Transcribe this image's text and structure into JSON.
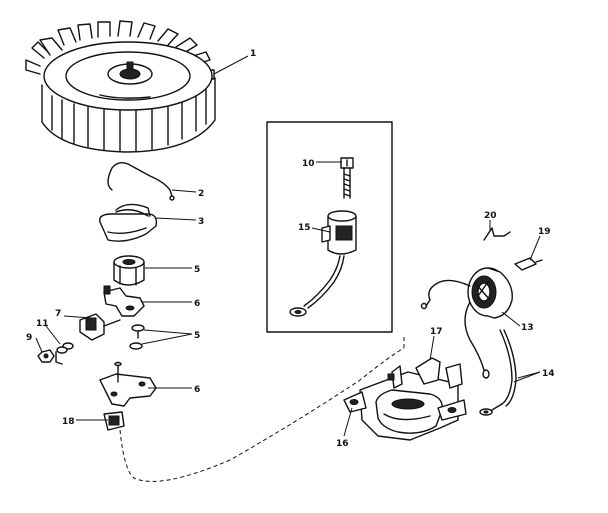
{
  "diagram": {
    "callouts": [
      {
        "id": "c1",
        "label": "1"
      },
      {
        "id": "c2",
        "label": "2"
      },
      {
        "id": "c3",
        "label": "3"
      },
      {
        "id": "c5a",
        "label": "5"
      },
      {
        "id": "c6a",
        "label": "6"
      },
      {
        "id": "c5b",
        "label": "5"
      },
      {
        "id": "c6b",
        "label": "6"
      },
      {
        "id": "c7",
        "label": "7"
      },
      {
        "id": "c11",
        "label": "11"
      },
      {
        "id": "c9",
        "label": "9"
      },
      {
        "id": "c18",
        "label": "18"
      },
      {
        "id": "c10",
        "label": "10"
      },
      {
        "id": "c15",
        "label": "15"
      },
      {
        "id": "c20",
        "label": "20"
      },
      {
        "id": "c19",
        "label": "19"
      },
      {
        "id": "c13",
        "label": "13"
      },
      {
        "id": "c17",
        "label": "17"
      },
      {
        "id": "c14",
        "label": "14"
      },
      {
        "id": "c16",
        "label": "16"
      }
    ]
  }
}
